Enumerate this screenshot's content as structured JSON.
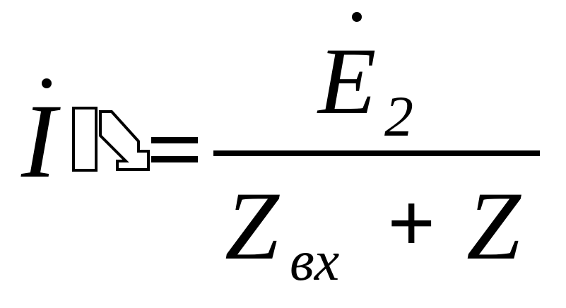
{
  "formula": {
    "lhs": {
      "symbol": "I",
      "dot": "dot-accent",
      "glyph_box": "missing-glyph-box",
      "arrow": "arrow-glyph"
    },
    "equals": "=",
    "numerator": {
      "symbol": "E",
      "dot": "dot-accent",
      "subscript": "2"
    },
    "denominator": {
      "term1": "Z",
      "term1_subscript": "вх",
      "plus": "+",
      "term2": "Z"
    },
    "colors": {
      "ink": "#000000",
      "background": "#ffffff"
    }
  }
}
